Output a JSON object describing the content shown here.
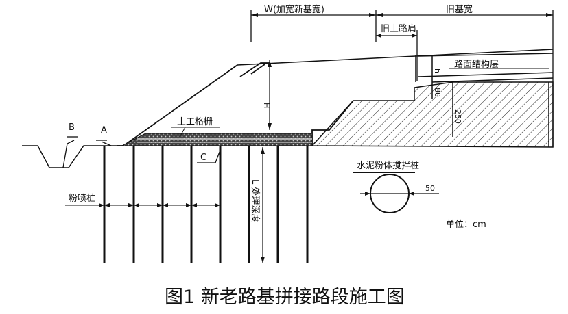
{
  "labels": {
    "w_width": "W(加宽新基宽)",
    "old_base_width": "旧基宽",
    "old_shoulder": "旧土路肩",
    "pavement_layer": "路面结构层",
    "geogrid": "土工格栅",
    "cement_pile": "水泥粉体搅拌桩",
    "pile_diameter": "50",
    "powder_pile": "粉喷桩",
    "treatment_depth": "L 处理深度",
    "pavement_h": "h",
    "thickness_80": "80",
    "thickness_250": "250",
    "height_h": "H",
    "point_a": "A",
    "point_b": "B",
    "point_c": "C",
    "unit": "单位：cm"
  },
  "caption": "图1    新老路基拼接路段施工图"
}
